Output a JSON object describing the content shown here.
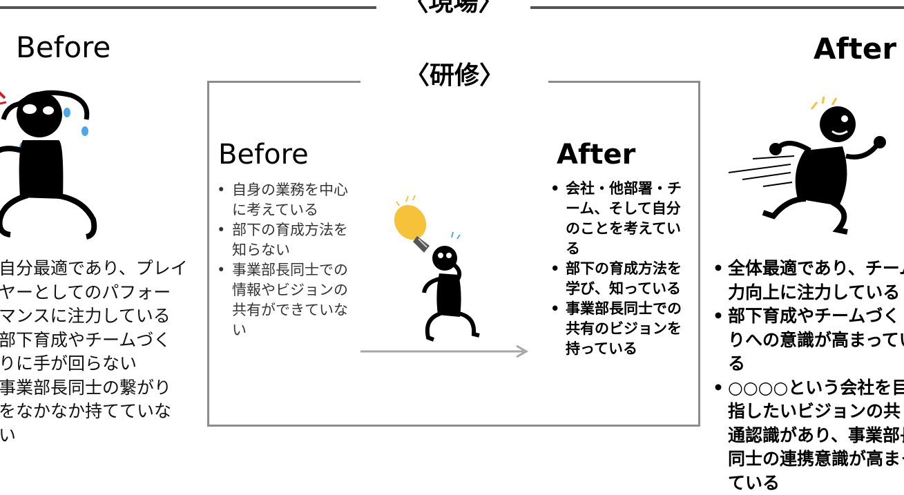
{
  "field": {
    "title": "〈現場〉",
    "before_label": "Before",
    "after_label": "After",
    "before_items": [
      "自分最適であり、プレイヤーとしてのパフォーマンスに注力している",
      "部下育成やチームづくりに手が回らない",
      "事業部長同士の繋がりをなかなか持てていない"
    ],
    "after_items": [
      "全体最適であり、チーム力向上に注力している",
      "部下育成やチームづくりへの意識が高まっている",
      "○○○○という会社を目指したいビジョンの共通認識があり、事業部長同士の連携意識が高まっている"
    ]
  },
  "training": {
    "title": "〈研修〉",
    "before_label": "Before",
    "after_label": "After",
    "before_items": [
      "自身の業務を中心に考えている",
      "部下の育成方法を知らない",
      "事業部長同士での情報やビジョンの共有ができていない"
    ],
    "after_items": [
      "会社・他部署・チーム、そして自分のことを考えている",
      "部下の育成方法を学び、知っている",
      "事業部長同士での共有のビジョンを持っている"
    ]
  },
  "colors": {
    "frame": "#8c8c8c",
    "arrow": "#a6a6a6",
    "bulb": "#f5c23a",
    "sweat": "#4da6e8",
    "alarm": "#d62020",
    "figure": "#000000"
  },
  "icons": {
    "stressed_figure": "stressed-figure-icon",
    "idea_figure": "idea-figure-icon",
    "lightbulb": "lightbulb-icon",
    "running_figure": "running-figure-icon"
  }
}
